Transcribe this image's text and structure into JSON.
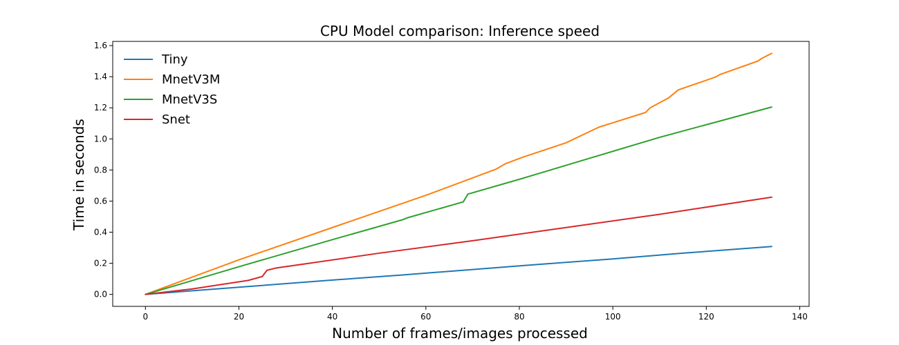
{
  "chart_data": {
    "type": "line",
    "title": "CPU Model comparison: Inference speed",
    "xlabel": "Number of frames/images processed",
    "ylabel": "Time in seconds",
    "xlim": [
      -7,
      142
    ],
    "ylim": [
      -0.077,
      1.627
    ],
    "xticks": [
      0,
      20,
      40,
      60,
      80,
      100,
      120,
      140
    ],
    "yticks": [
      0.0,
      0.2,
      0.4,
      0.6,
      0.8,
      1.0,
      1.2,
      1.4,
      1.6
    ],
    "xtick_labels": [
      "0",
      "20",
      "40",
      "60",
      "80",
      "100",
      "120",
      "140"
    ],
    "ytick_labels": [
      "0.0",
      "0.2",
      "0.4",
      "0.6",
      "0.8",
      "1.0",
      "1.2",
      "1.4",
      "1.6"
    ],
    "grid": false,
    "legend_position": "top-left",
    "series": [
      {
        "name": "Tiny",
        "color": "#1f77b4",
        "points": [
          [
            0,
            0
          ],
          [
            20,
            0.046
          ],
          [
            40,
            0.092
          ],
          [
            55,
            0.125
          ],
          [
            70,
            0.16
          ],
          [
            85,
            0.195
          ],
          [
            100,
            0.228
          ],
          [
            115,
            0.265
          ],
          [
            134,
            0.308
          ]
        ]
      },
      {
        "name": "MnetV3M",
        "color": "#ff7f0e",
        "points": [
          [
            0,
            0
          ],
          [
            20,
            0.222
          ],
          [
            40,
            0.43
          ],
          [
            60,
            0.637
          ],
          [
            75,
            0.805
          ],
          [
            77,
            0.84
          ],
          [
            81,
            0.885
          ],
          [
            90,
            0.975
          ],
          [
            97,
            1.075
          ],
          [
            107,
            1.17
          ],
          [
            108,
            1.2
          ],
          [
            112,
            1.265
          ],
          [
            114,
            1.315
          ],
          [
            122,
            1.398
          ],
          [
            123,
            1.415
          ],
          [
            131,
            1.5
          ],
          [
            132,
            1.52
          ],
          [
            134,
            1.55
          ]
        ]
      },
      {
        "name": "MnetV3S",
        "color": "#2ca02c",
        "points": [
          [
            0,
            0
          ],
          [
            7,
            0.062
          ],
          [
            20,
            0.178
          ],
          [
            40,
            0.352
          ],
          [
            55,
            0.48
          ],
          [
            56,
            0.492
          ],
          [
            68,
            0.595
          ],
          [
            69,
            0.645
          ],
          [
            80,
            0.74
          ],
          [
            95,
            0.875
          ],
          [
            110,
            1.01
          ],
          [
            134,
            1.205
          ]
        ]
      },
      {
        "name": "Snet",
        "color": "#d62728",
        "points": [
          [
            0,
            0
          ],
          [
            10,
            0.035
          ],
          [
            22,
            0.09
          ],
          [
            25,
            0.115
          ],
          [
            26,
            0.155
          ],
          [
            28,
            0.17
          ],
          [
            35,
            0.2
          ],
          [
            50,
            0.265
          ],
          [
            70,
            0.345
          ],
          [
            90,
            0.43
          ],
          [
            110,
            0.515
          ],
          [
            134,
            0.625
          ]
        ]
      }
    ]
  }
}
